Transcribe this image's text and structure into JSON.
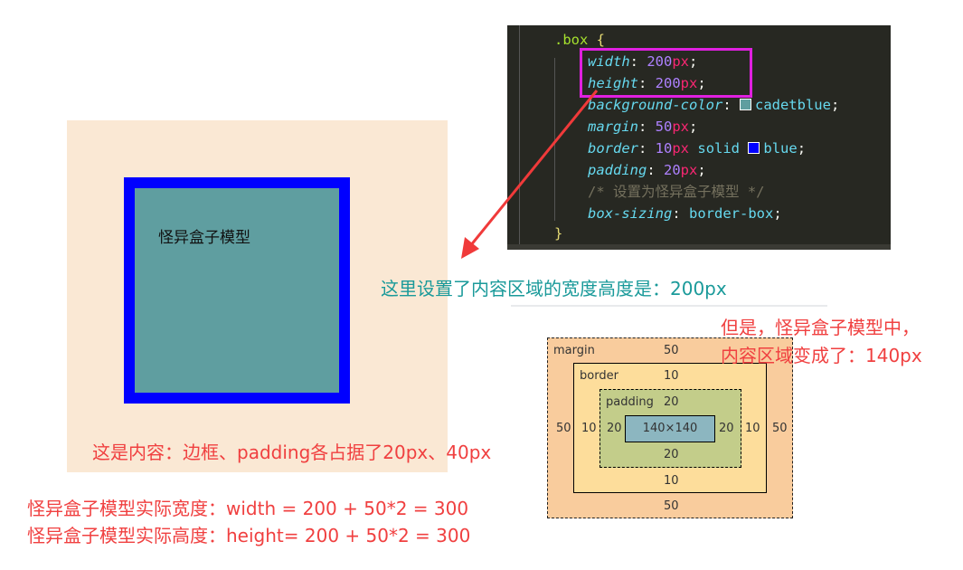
{
  "demo": {
    "box_text": "怪异盒子模型",
    "colors": {
      "margin_bg": "#fae8d4",
      "border": "#0000ff",
      "content": "#5f9ea0"
    }
  },
  "code": {
    "selector": ".box",
    "open": "{",
    "close": "}",
    "lines": [
      {
        "prop": "width",
        "num": "200",
        "unit": "px"
      },
      {
        "prop": "height",
        "num": "200",
        "unit": "px"
      },
      {
        "prop": "background-color",
        "value": "cadetblue",
        "swatch": "#5f9ea0"
      },
      {
        "prop": "margin",
        "num": "50",
        "unit": "px"
      },
      {
        "prop": "border",
        "num": "10",
        "unit": "px",
        "rest": "solid",
        "value": "blue",
        "swatch": "#0000ff"
      },
      {
        "prop": "padding",
        "num": "20",
        "unit": "px"
      },
      {
        "comment": "/* 设置为怪异盒子模型 */"
      },
      {
        "prop": "box-sizing",
        "value": "border-box"
      }
    ]
  },
  "annotations": {
    "content_size": "这里设置了内容区域的宽度高度是：200px",
    "but_line1": "但是，怪异盒子模型中，",
    "but_line2": "内容区域变成了：140px",
    "content_note": "这是内容：边框、padding各占据了20px、40px",
    "actual_width": "怪异盒子模型实际宽度：width = 200 + 50*2 = 300",
    "actual_height": "怪异盒子模型实际高度：height= 200 + 50*2 = 300"
  },
  "box_model": {
    "margin_label": "margin",
    "margin": "50",
    "border_label": "border",
    "border": "10",
    "padding_label": "padding",
    "padding": "20",
    "content": "140×140"
  }
}
